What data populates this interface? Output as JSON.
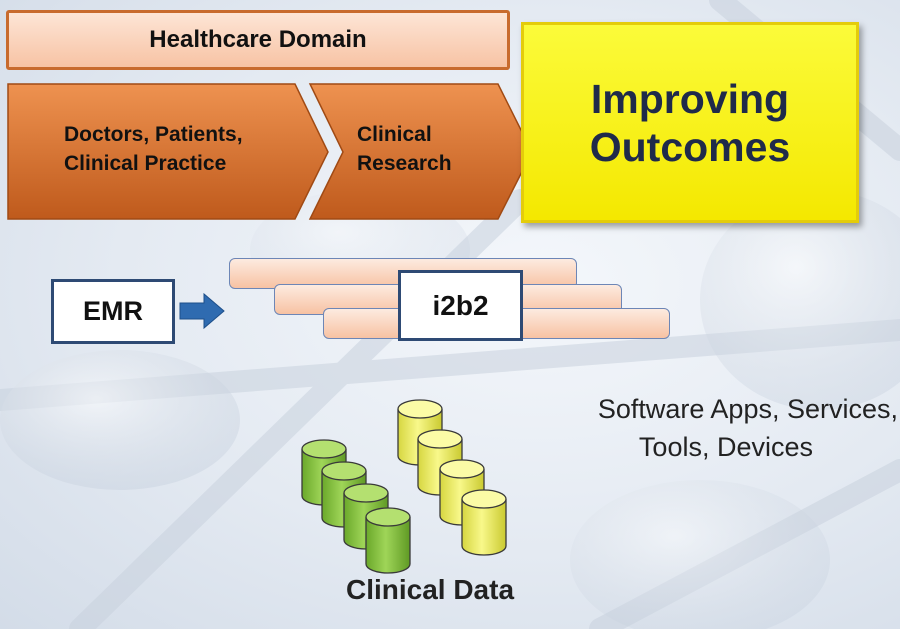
{
  "header": {
    "domain_label": "Healthcare Domain"
  },
  "chevrons": [
    {
      "line1": "Doctors, Patients,",
      "line2": "Clinical Practice"
    },
    {
      "line1": "Clinical",
      "line2": "Research"
    }
  ],
  "outcome": {
    "line1": "Improving",
    "line2": "Outcomes"
  },
  "emr_label": "EMR",
  "i2b2_label": "i2b2",
  "apps_caption": {
    "line1": "Software Apps, Services,",
    "line2": "Tools, Devices"
  },
  "data_caption": "Clinical Data",
  "colors": {
    "chevron": "#d9742f",
    "outcome": "#f6ee10",
    "green_cylinder": "#86c43e",
    "yellow_cylinder": "#f1f16a",
    "arrow": "#2f6bb0"
  }
}
